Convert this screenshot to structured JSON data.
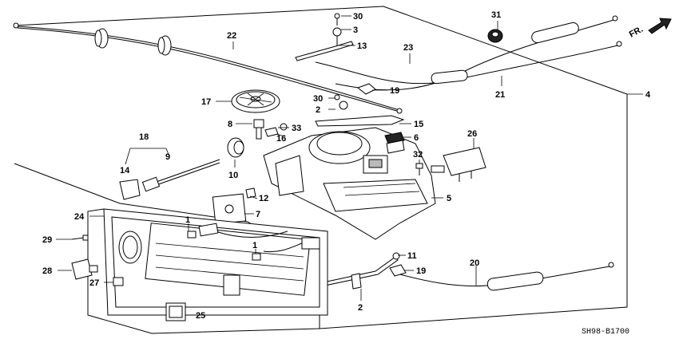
{
  "callouts": [
    {
      "id": "c1a",
      "text": "1"
    },
    {
      "id": "c1b",
      "text": "1"
    },
    {
      "id": "c2a",
      "text": "2"
    },
    {
      "id": "c2b",
      "text": "2"
    },
    {
      "id": "c3",
      "text": "3"
    },
    {
      "id": "c4",
      "text": "4"
    },
    {
      "id": "c5",
      "text": "5"
    },
    {
      "id": "c6",
      "text": "6"
    },
    {
      "id": "c7",
      "text": "7"
    },
    {
      "id": "c8",
      "text": "8"
    },
    {
      "id": "c9",
      "text": "9"
    },
    {
      "id": "c10",
      "text": "10"
    },
    {
      "id": "c11",
      "text": "11"
    },
    {
      "id": "c12",
      "text": "12"
    },
    {
      "id": "c13",
      "text": "13"
    },
    {
      "id": "c14",
      "text": "14"
    },
    {
      "id": "c15",
      "text": "15"
    },
    {
      "id": "c16",
      "text": "16"
    },
    {
      "id": "c17",
      "text": "17"
    },
    {
      "id": "c18",
      "text": "18"
    },
    {
      "id": "c19a",
      "text": "19"
    },
    {
      "id": "c19b",
      "text": "19"
    },
    {
      "id": "c20",
      "text": "20"
    },
    {
      "id": "c21",
      "text": "21"
    },
    {
      "id": "c22",
      "text": "22"
    },
    {
      "id": "c23",
      "text": "23"
    },
    {
      "id": "c24",
      "text": "24"
    },
    {
      "id": "c25",
      "text": "25"
    },
    {
      "id": "c26",
      "text": "26"
    },
    {
      "id": "c27",
      "text": "27"
    },
    {
      "id": "c28",
      "text": "28"
    },
    {
      "id": "c29",
      "text": "29"
    },
    {
      "id": "c30a",
      "text": "30"
    },
    {
      "id": "c30b",
      "text": "30"
    },
    {
      "id": "c31",
      "text": "31"
    },
    {
      "id": "c32",
      "text": "32"
    },
    {
      "id": "c33",
      "text": "33"
    }
  ],
  "direction_label": "FR.",
  "diagram_code": "SH98-B1700"
}
